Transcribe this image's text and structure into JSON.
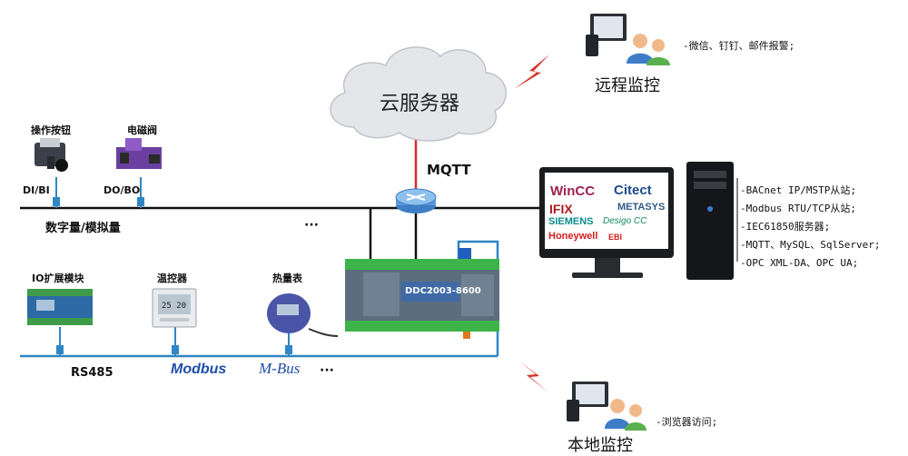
{
  "cloud": {
    "label": "云服务器"
  },
  "protocol": {
    "mqtt": "MQTT"
  },
  "remote": {
    "title": "远程监控",
    "note": "-微信、钉钉、邮件报警;"
  },
  "local": {
    "title": "本地监控",
    "note": "-浏览器访问;"
  },
  "bus_upper": {
    "label": "数字量/模拟量",
    "ellipsis": "···"
  },
  "bus_lower": {
    "label": "RS485",
    "ellipsis": "···"
  },
  "devices_upper": [
    {
      "label": "操作按钮",
      "port": "DI/BI"
    },
    {
      "label": "电磁阀",
      "port": "DO/BO"
    }
  ],
  "devices_lower": [
    {
      "label": "IO扩展模块"
    },
    {
      "label": "温控器"
    },
    {
      "label": "热量表"
    }
  ],
  "controller": {
    "model": "DDC2003-8600"
  },
  "logos": {
    "modbus": "Modbus",
    "mbus": "M-Bus"
  },
  "scada_brands": {
    "wincc": "WinCC",
    "citect": "Citect",
    "ifix": "IFIX",
    "metasys": "METASYS",
    "siemens": "SIEMENS",
    "desigo": "Desigo CC",
    "honeywell": "Honeywell",
    "ebi": "EBI"
  },
  "server_features": [
    "-BACnet IP/MSTP从站;",
    "-Modbus RTU/TCP从站;",
    "-IEC61850服务器;",
    "-MQTT、MySQL、SqlServer;",
    "-OPC XML-DA、OPC UA;"
  ],
  "colors": {
    "bus_line": "#111111",
    "blue_line": "#2f86c4",
    "red_line": "#d92a2a",
    "bolt": "#d6322a",
    "controller_body": "#5a6a7a",
    "terminal_green": "#3cb44a"
  }
}
